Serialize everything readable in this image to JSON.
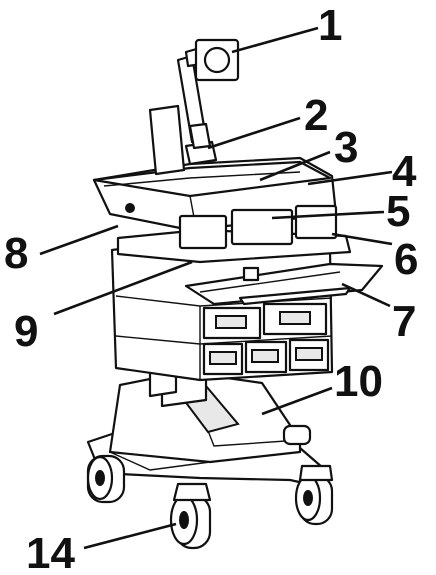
{
  "figure": {
    "callouts": [
      {
        "id": "c1",
        "label": "1"
      },
      {
        "id": "c2",
        "label": "2"
      },
      {
        "id": "c3",
        "label": "3"
      },
      {
        "id": "c4",
        "label": "4"
      },
      {
        "id": "c5",
        "label": "5"
      },
      {
        "id": "c6",
        "label": "6"
      },
      {
        "id": "c7",
        "label": "7"
      },
      {
        "id": "c8",
        "label": "8"
      },
      {
        "id": "c9",
        "label": "9"
      },
      {
        "id": "c10",
        "label": "10"
      },
      {
        "id": "c14",
        "label": "14"
      }
    ],
    "colors": {
      "ink": "#111111",
      "fill": "#ffffff",
      "shade": "#e8e8e8"
    }
  }
}
